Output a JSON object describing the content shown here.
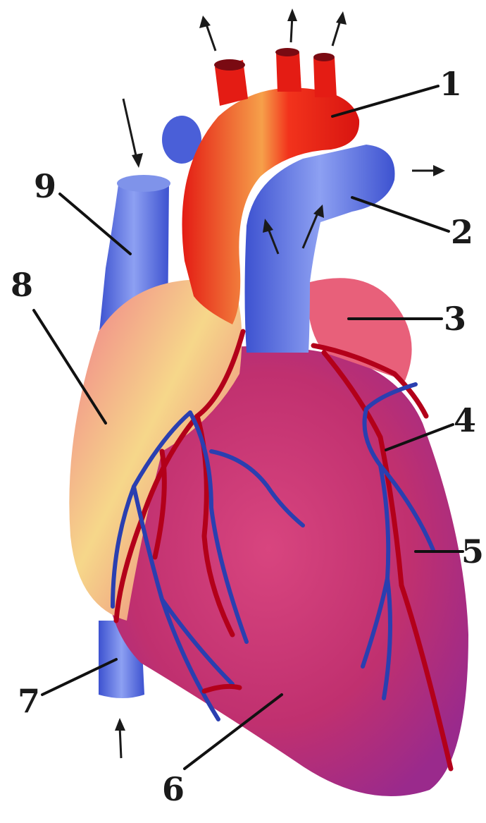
{
  "labels": {
    "l1": "1",
    "l2": "2",
    "l3": "3",
    "l4": "4",
    "l5": "5",
    "l6": "6",
    "l7": "7",
    "l8": "8",
    "l9": "9"
  },
  "colors": {
    "artery": "#e8231a",
    "vein": "#4a5fd8",
    "ventricle": "#c5307a",
    "atrium": "#e8607a",
    "highlight": "#f6e28a"
  }
}
